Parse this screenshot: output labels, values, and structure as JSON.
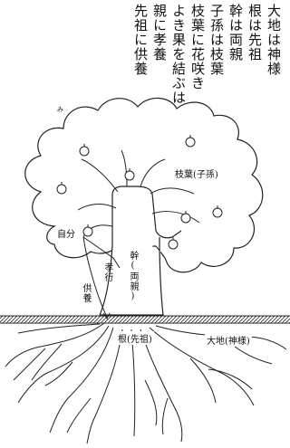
{
  "poem": {
    "lines": [
      "大地は神様",
      "根は先祖",
      "幹は両親",
      "子孫は枝葉",
      "枝葉に花咲き",
      "よき果を結ぶは",
      "親に孝養",
      "先祖に供養"
    ],
    "ruby_mi": "み"
  },
  "labels": {
    "branches": "枝葉(子孫)",
    "self": "自分",
    "trunk": "幹(両親)",
    "filial_piety": "孝行",
    "memorial_service": "供養",
    "root": "根(先祖)",
    "earth": "大地(神様)"
  }
}
